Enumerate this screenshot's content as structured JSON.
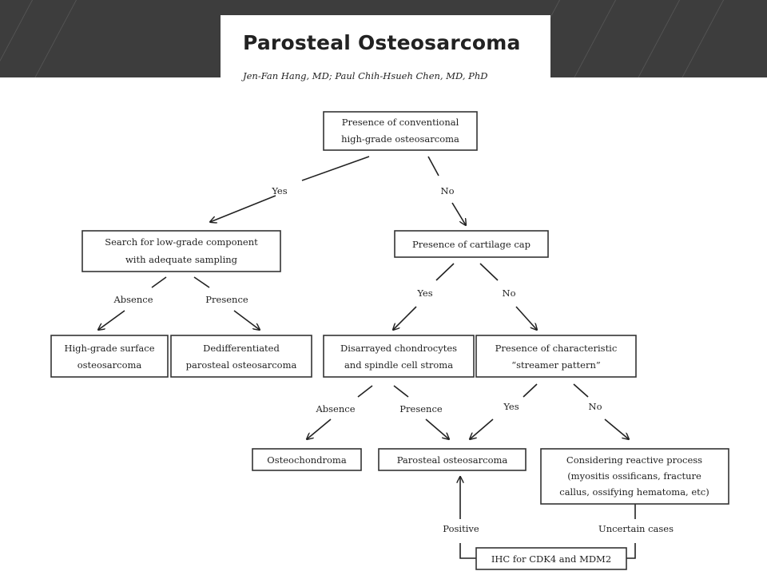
{
  "header": {
    "title": "Parosteal Osteosarcoma",
    "authors": "Jen-Fan Hang, MD; Paul Chih-Hsueh Chen, MD, PhD"
  },
  "nodes": {
    "conventional": [
      "Presence of conventional",
      "high-grade osteosarcoma"
    ],
    "search_low_grade": [
      "Search for low-grade component",
      "with adequate sampling"
    ],
    "cartilage_cap": [
      "Presence of cartilage cap"
    ],
    "hg_surface": [
      "High-grade surface",
      "osteosarcoma"
    ],
    "dediff": [
      "Dedifferentiated",
      "parosteal osteosarcoma"
    ],
    "disarrayed": [
      "Disarrayed chondrocytes",
      "and spindle cell stroma"
    ],
    "streamer": [
      "Presence of characteristic",
      "“streamer pattern”"
    ],
    "osteochondroma": [
      "Osteochondroma"
    ],
    "parosteal": [
      "Parosteal osteosarcoma"
    ],
    "reactive": [
      "Considering reactive process",
      "(myositis ossificans, fracture",
      "callus, ossifying hematoma, etc)"
    ],
    "ihc": [
      "IHC for CDK4 and MDM2"
    ]
  },
  "edges": {
    "yes": "Yes",
    "no": "No",
    "absence": "Absence",
    "presence": "Presence",
    "positive": "Positive",
    "uncertain": "Uncertain cases"
  },
  "colors": {
    "band": "#3d3d3d",
    "stroke": "#333333",
    "text": "#222222"
  }
}
